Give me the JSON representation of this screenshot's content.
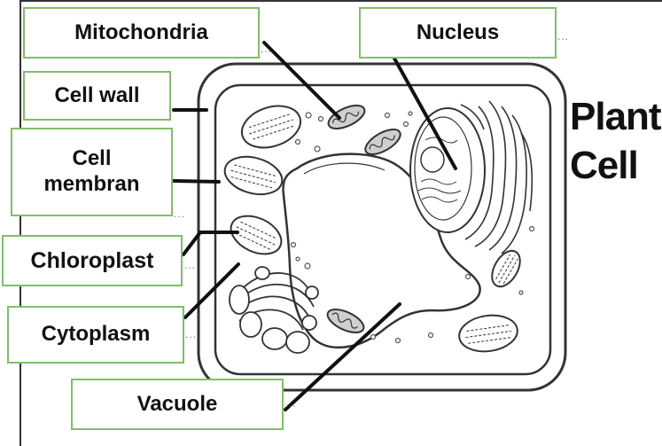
{
  "diagram": {
    "title_line1": "Plant",
    "title_line2": "Cell",
    "labels": {
      "mitochondria": "Mitochondria",
      "nucleus": "Nucleus",
      "cell_wall": "Cell wall",
      "cell_membrane_line1": "Cell",
      "cell_membrane_line2": "membran",
      "chloroplast": "Chloroplast",
      "cytoplasm": "Cytoplasm",
      "vacuole": "Vacuole"
    },
    "answer_dots": "...",
    "colors": {
      "label_border": "#7fbf6a",
      "outline": "#333333",
      "pointer": "#111111"
    }
  }
}
